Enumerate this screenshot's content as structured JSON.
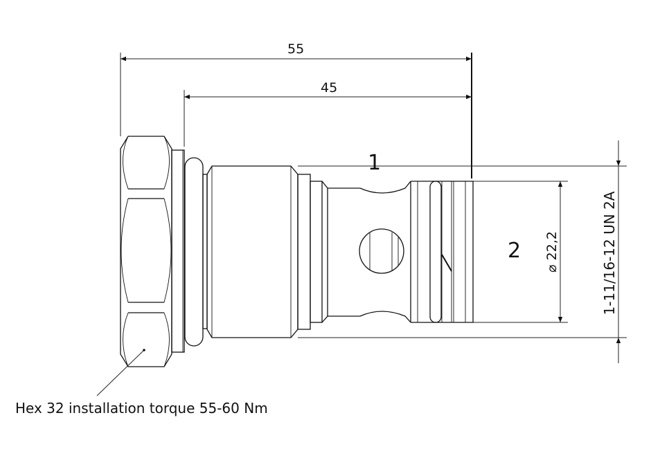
{
  "dimensions": {
    "overall_length": "55",
    "cartridge_length": "45",
    "diameter": "⌀ 22,2",
    "thread": "1-11/16-12 UN 2A"
  },
  "ports": {
    "port_1": "1",
    "port_2": "2"
  },
  "note": "Hex 32 installation torque 55-60 Nm",
  "colors": {
    "line": "#111111",
    "background": "#ffffff"
  }
}
